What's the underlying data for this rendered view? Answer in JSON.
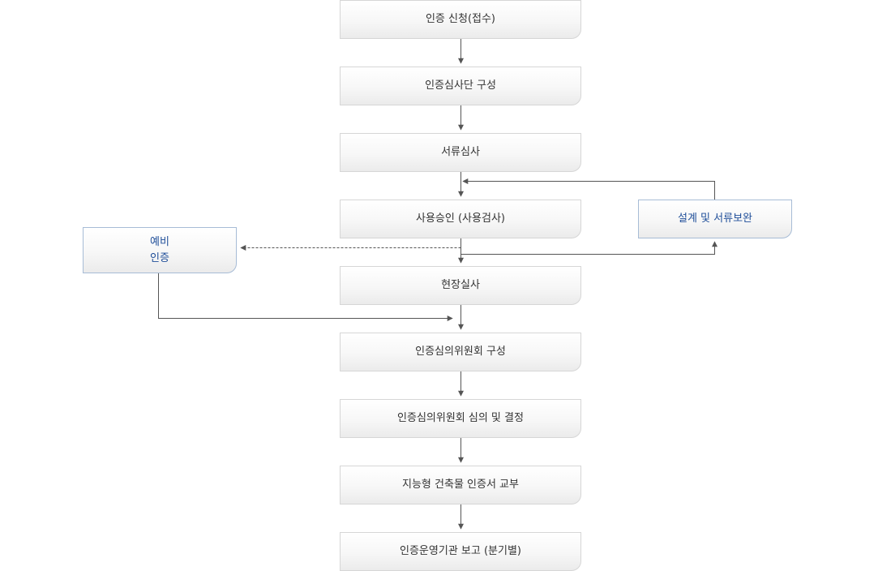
{
  "steps": [
    {
      "label": "인증 신청(접수)"
    },
    {
      "label": "인증심사단 구성"
    },
    {
      "label": "서류심사"
    },
    {
      "label": "사용승인 (사용검사)"
    },
    {
      "label": "현장실사"
    },
    {
      "label": "인증심의위원회 구성"
    },
    {
      "label": "인증심의위원회 심의 및 결정"
    },
    {
      "label": "지능형 건축물 인증서 교부"
    },
    {
      "label": "인증운영기관 보고 (분기별)"
    }
  ],
  "side_nodes": {
    "supplement": {
      "label": "설계 및 서류보완"
    },
    "preliminary": {
      "label": "예비\n인증"
    }
  },
  "colors": {
    "node_border": "#d6d6d6",
    "side_border": "#a7bcd6",
    "side_text": "#1f4e99",
    "connector": "#555555"
  }
}
